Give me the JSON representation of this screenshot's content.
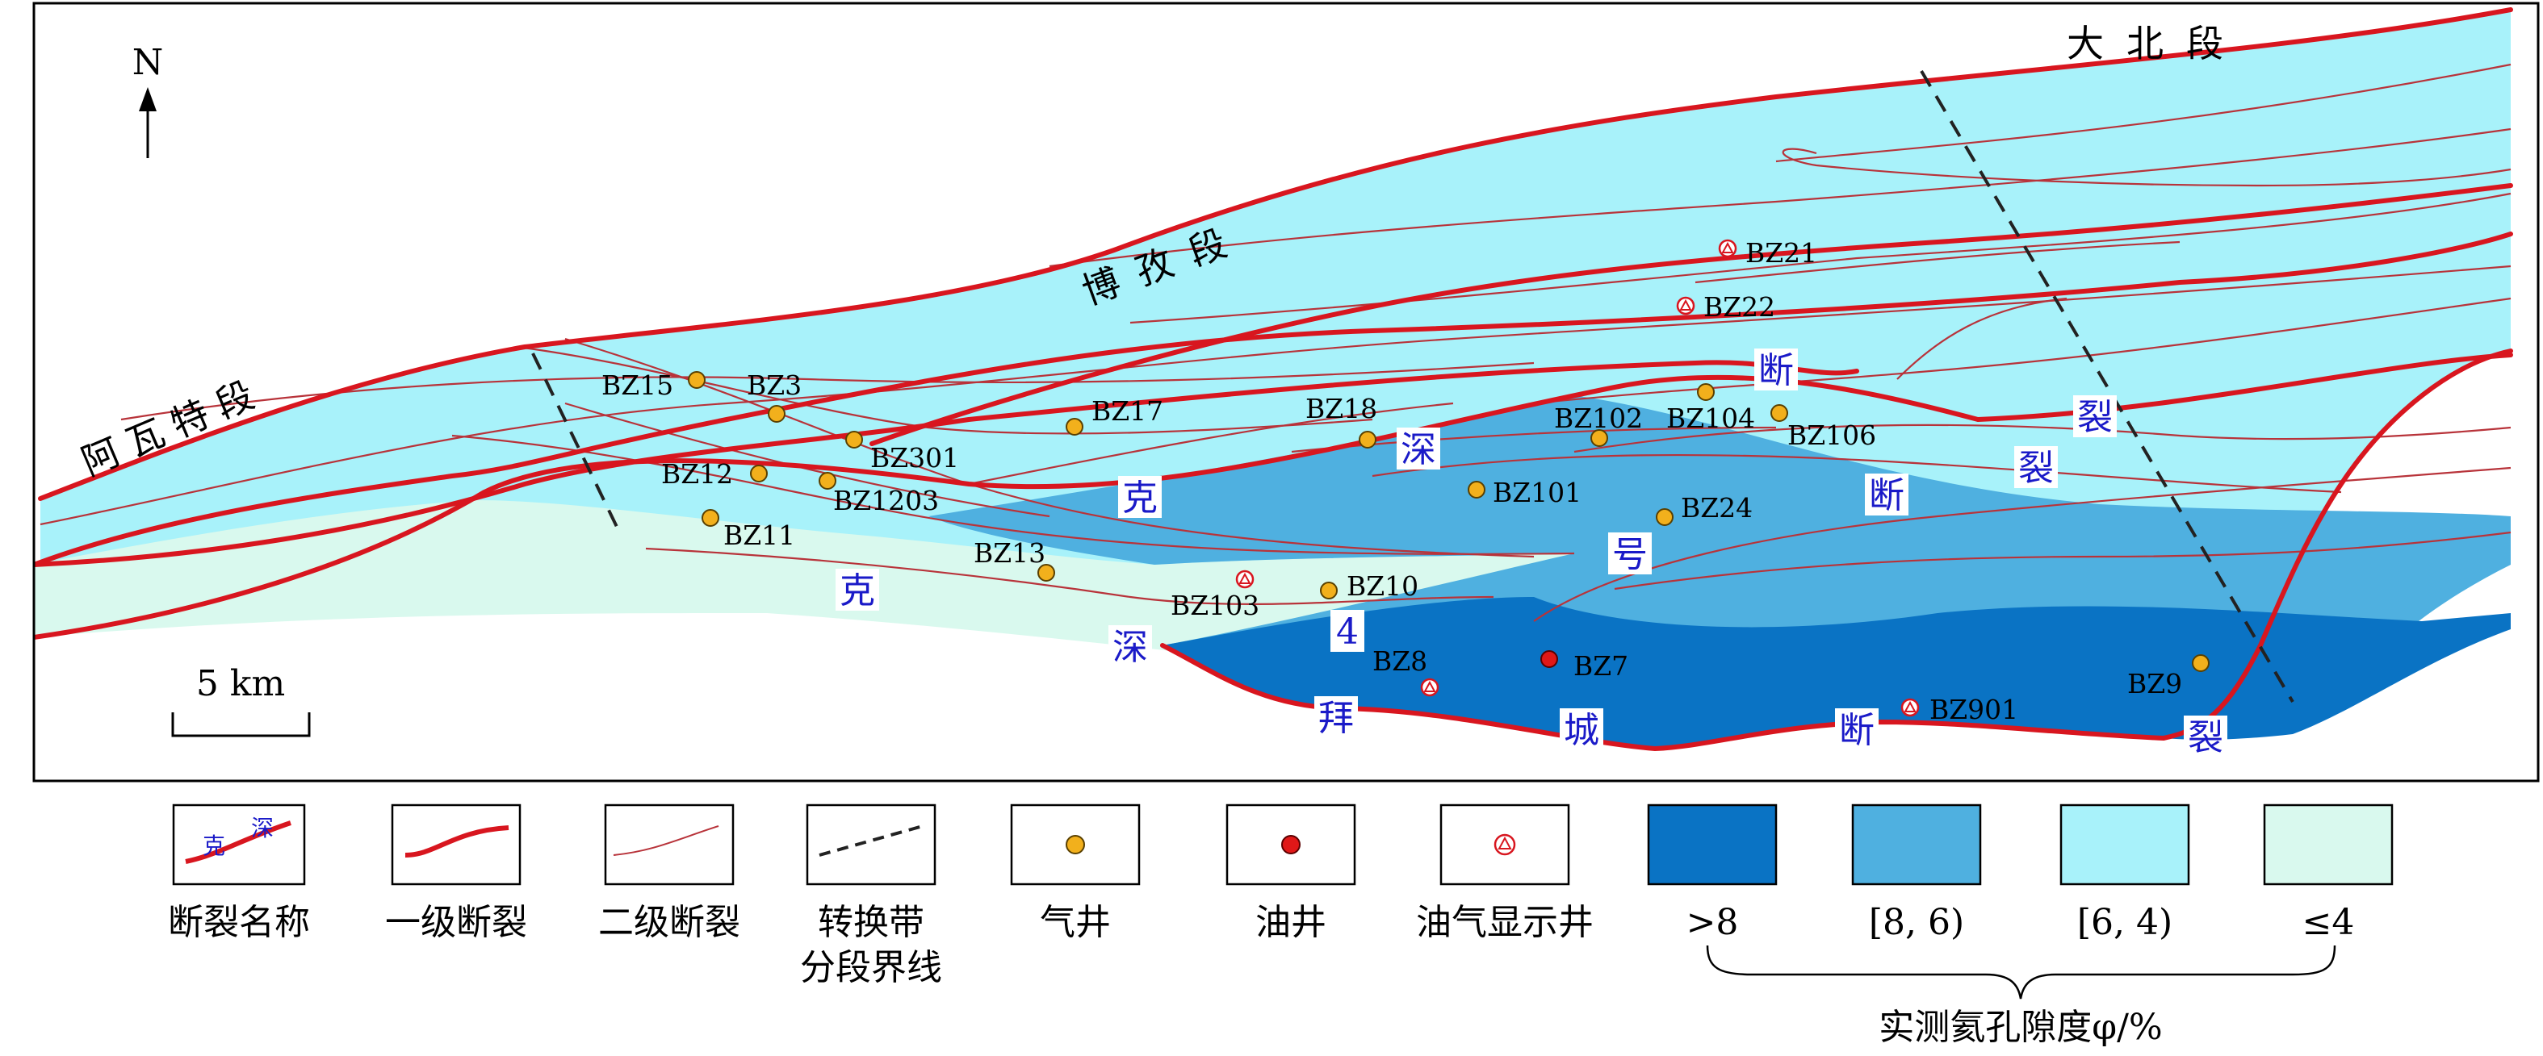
{
  "map": {
    "north_label": "N",
    "scale_label": "5 km",
    "segments": [
      {
        "id": "awate",
        "label": "阿瓦特段"
      },
      {
        "id": "bozi",
        "label": "博孜段"
      },
      {
        "id": "dabei",
        "label": "大北段"
      }
    ],
    "fault_names": [
      {
        "id": "kexin-north",
        "chars": [
          "克",
          "深"
        ]
      },
      {
        "id": "kexin-south",
        "chars": [
          "克",
          "深"
        ]
      },
      {
        "id": "no4",
        "chars": [
          "4",
          "号"
        ]
      },
      {
        "id": "duanlie-upper",
        "chars": [
          "断",
          "裂"
        ]
      },
      {
        "id": "duanlie-lower",
        "chars": [
          "断",
          "裂"
        ]
      },
      {
        "id": "baicheng",
        "chars": [
          "拜",
          "城",
          "断",
          "裂"
        ]
      }
    ],
    "wells": [
      {
        "id": "BZ15",
        "label": "BZ15",
        "type": "gas"
      },
      {
        "id": "BZ3",
        "label": "BZ3",
        "type": "gas"
      },
      {
        "id": "BZ301",
        "label": "BZ301",
        "type": "gas"
      },
      {
        "id": "BZ12",
        "label": "BZ12",
        "type": "gas"
      },
      {
        "id": "BZ1203",
        "label": "BZ1203",
        "type": "gas"
      },
      {
        "id": "BZ11",
        "label": "BZ11",
        "type": "gas"
      },
      {
        "id": "BZ17",
        "label": "BZ17",
        "type": "gas"
      },
      {
        "id": "BZ13",
        "label": "BZ13",
        "type": "gas"
      },
      {
        "id": "BZ18",
        "label": "BZ18",
        "type": "gas"
      },
      {
        "id": "BZ103",
        "label": "BZ103",
        "type": "show"
      },
      {
        "id": "BZ10",
        "label": "BZ10",
        "type": "gas"
      },
      {
        "id": "BZ101",
        "label": "BZ101",
        "type": "gas"
      },
      {
        "id": "BZ102",
        "label": "BZ102",
        "type": "gas"
      },
      {
        "id": "BZ104",
        "label": "BZ104",
        "type": "gas"
      },
      {
        "id": "BZ106",
        "label": "BZ106",
        "type": "gas"
      },
      {
        "id": "BZ24",
        "label": "BZ24",
        "type": "gas"
      },
      {
        "id": "BZ21",
        "label": "BZ21",
        "type": "show"
      },
      {
        "id": "BZ22",
        "label": "BZ22",
        "type": "show"
      },
      {
        "id": "BZ8",
        "label": "BZ8",
        "type": "show"
      },
      {
        "id": "BZ7",
        "label": "BZ7",
        "type": "oil"
      },
      {
        "id": "BZ901",
        "label": "BZ901",
        "type": "show"
      },
      {
        "id": "BZ9",
        "label": "BZ9",
        "type": "gas"
      }
    ]
  },
  "colors": {
    "primary_fault": "#d8161f",
    "secondary_fault": "#b8333a",
    "gas_well": "#f2b01c",
    "oil_well": "#e01818",
    "fault_name_text": "#1a1ac8",
    "porosity_gt8": "#0a73c4",
    "porosity_8_6": "#4fb0e0",
    "porosity_6_4": "#a8f2fa",
    "porosity_le4": "#d9f9ee"
  },
  "legend": {
    "items": [
      {
        "id": "fault-name",
        "label": "断裂名称",
        "sample_chars": [
          "克",
          "深"
        ]
      },
      {
        "id": "primary-fault",
        "label": "一级断裂"
      },
      {
        "id": "secondary-fault",
        "label": "二级断裂"
      },
      {
        "id": "transfer-zone",
        "label_lines": [
          "转换带",
          "分段界线"
        ]
      },
      {
        "id": "gas-well",
        "label": "气井"
      },
      {
        "id": "oil-well",
        "label": "油井"
      },
      {
        "id": "show-well",
        "label": "油气显示井"
      },
      {
        "id": "por-gt8",
        "label": ">8"
      },
      {
        "id": "por-8-6",
        "label": "[8, 6)"
      },
      {
        "id": "por-6-4",
        "label": "[6, 4)"
      },
      {
        "id": "por-le4",
        "label": "≤4"
      }
    ],
    "porosity_title": "实测氦孔隙度φ/%"
  }
}
